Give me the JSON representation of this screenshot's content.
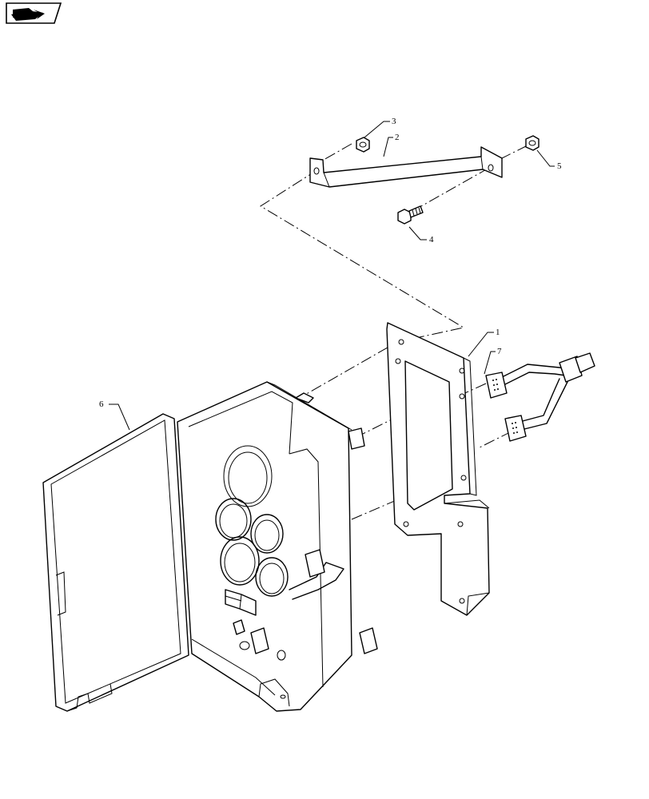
{
  "nav": {
    "icon": "arrow-right-icon"
  },
  "callouts": {
    "c1": "1",
    "c2": "2",
    "c3": "3",
    "c4": "4",
    "c5": "5",
    "c6": "6",
    "c7": "7"
  },
  "colors": {
    "line": "#000000",
    "background": "#ffffff"
  }
}
